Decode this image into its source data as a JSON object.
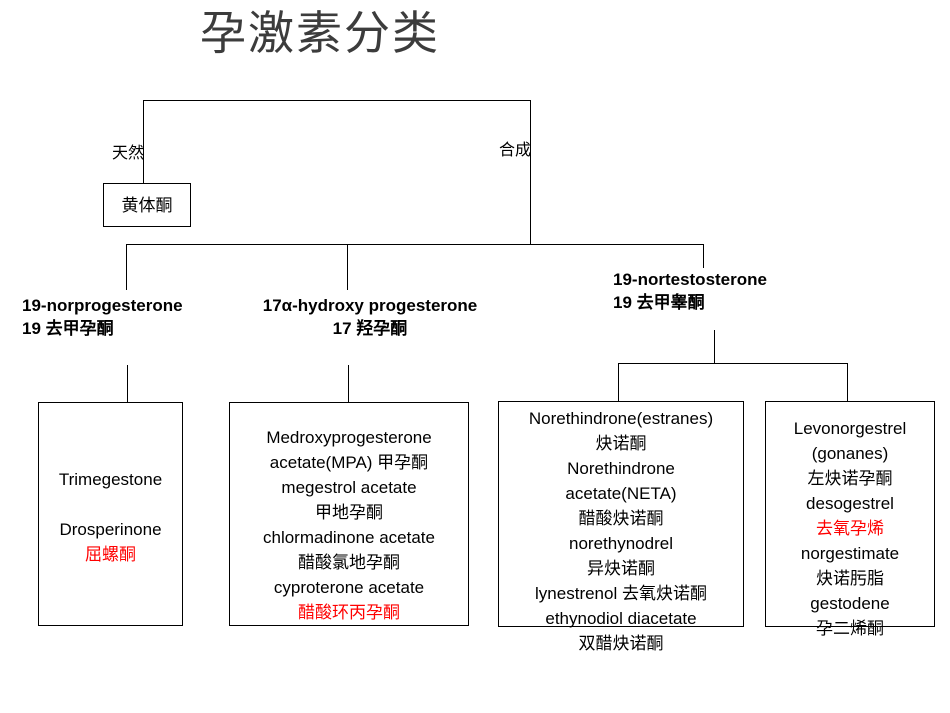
{
  "title": "孕激素分类",
  "branches": {
    "natural_label": "天然",
    "synthetic_label": "合成"
  },
  "categories": [
    {
      "id": "19-norprogesterone",
      "en": "19-norprogesterone",
      "zh": "19 去甲孕酮"
    },
    {
      "id": "17a-hydroxy-progesterone",
      "en": "17α-hydroxy progesterone",
      "zh": "17 羟孕酮"
    },
    {
      "id": "19-nortestosterone",
      "en": "19-nortestosterone",
      "zh": "19 去甲睾酮"
    }
  ],
  "boxes": {
    "natural": {
      "label": "黄体酮"
    },
    "trimegestone": {
      "lines": [
        {
          "text": "Trimegestone",
          "color": "#000000"
        },
        {
          "text": "",
          "color": "#000000"
        },
        {
          "text": "Drosperinone",
          "color": "#000000"
        },
        {
          "text": "屈螺酮",
          "color": "#ff0000"
        }
      ]
    },
    "hydroxy_progesterone": {
      "lines": [
        {
          "text": "Medroxyprogesterone",
          "color": "#000000"
        },
        {
          "text": "acetate(MPA) 甲孕酮",
          "color": "#000000"
        },
        {
          "text": "megestrol acetate",
          "color": "#000000"
        },
        {
          "text": "甲地孕酮",
          "color": "#000000"
        },
        {
          "text": "chlormadinone acetate",
          "color": "#000000"
        },
        {
          "text": "醋酸氯地孕酮",
          "color": "#000000"
        },
        {
          "text": "cyproterone acetate",
          "color": "#000000"
        },
        {
          "text": "醋酸环丙孕酮",
          "color": "#ff0000"
        }
      ]
    },
    "norethindrone": {
      "lines": [
        {
          "text": "Norethindrone(estranes)",
          "color": "#000000"
        },
        {
          "text": "炔诺酮",
          "color": "#000000"
        },
        {
          "text": "Norethindrone",
          "color": "#000000"
        },
        {
          "text": "acetate(NETA)",
          "color": "#000000"
        },
        {
          "text": "醋酸炔诺酮",
          "color": "#000000"
        },
        {
          "text": "norethynodrel",
          "color": "#000000"
        },
        {
          "text": "异炔诺酮",
          "color": "#000000"
        },
        {
          "text": "lynestrenol 去氧炔诺酮",
          "color": "#000000"
        },
        {
          "text": "ethynodiol diacetate",
          "color": "#000000"
        },
        {
          "text": "双醋炔诺酮",
          "color": "#000000"
        }
      ]
    },
    "levonorgestrel": {
      "lines": [
        {
          "text": "Levonorgestrel",
          "color": "#000000"
        },
        {
          "text": "(gonanes)",
          "color": "#000000"
        },
        {
          "text": "左炔诺孕酮",
          "color": "#000000"
        },
        {
          "text": "desogestrel",
          "color": "#000000"
        },
        {
          "text": "去氧孕烯",
          "color": "#ff0000"
        },
        {
          "text": "norgestimate",
          "color": "#000000"
        },
        {
          "text": "炔诺肟脂",
          "color": "#000000"
        },
        {
          "text": "gestodene",
          "color": "#000000"
        },
        {
          "text": "孕二烯酮",
          "color": "#000000"
        }
      ]
    }
  },
  "colors": {
    "title": "#3c3c3c",
    "line": "#000000",
    "highlight": "#ff0000",
    "text": "#000000",
    "background": "#ffffff"
  }
}
